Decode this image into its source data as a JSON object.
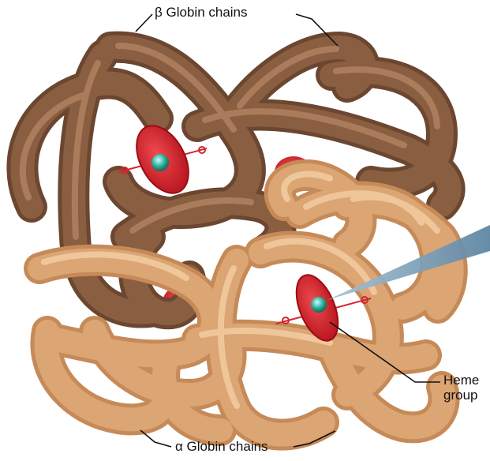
{
  "labels": {
    "beta_chains": "β Globin chains",
    "alpha_chains": "α Globin chains",
    "heme_line1": "Heme",
    "heme_line2": "group"
  },
  "colors": {
    "beta_chain": "#8a5e40",
    "beta_highlight": "#b88a68",
    "alpha_chain": "#dba574",
    "alpha_highlight": "#f3cfa4",
    "heme": "#d4262f",
    "iron": "#2fb0a0",
    "pointer_beam": "#6f93ad",
    "leader_line": "#111111"
  }
}
